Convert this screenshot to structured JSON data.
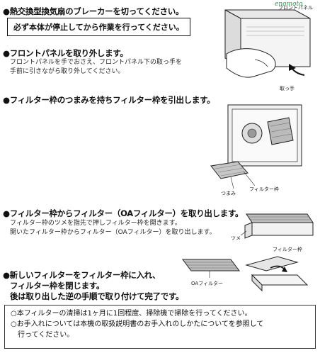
{
  "watermark": "enomoto",
  "steps": [
    {
      "heading": "●熱交換型換気扇のブレーカーを切ってください。",
      "warning": "必ず本体が停止してから作業を行ってください。"
    },
    {
      "heading": "●フロントパネルを取り外します。",
      "body": [
        "フロントパネルを手でおさえ、フロントパネル下の取っ手を",
        "手前に引きながら取り外してください。"
      ],
      "labels": {
        "panel": "フロントパネル",
        "handle": "取っ手"
      }
    },
    {
      "heading": "●フィルター枠のつまみを持ちフィルター枠を引出します。",
      "labels": {
        "frame": "フィルター枠",
        "knob": "つまみ"
      }
    },
    {
      "heading": "●フィルター枠からフィルター（OAフィルター）を取り出します。",
      "body": [
        "フィルター枠のツメを指先で押しフィルター枠を開きます。",
        "開いたフィルター枠からフィルター（OAフィルター）を取り出します。"
      ],
      "labels": {
        "claw": "ツメ",
        "frame": "フィルター枠"
      }
    },
    {
      "heading_lines": [
        "●新しいフィルターをフィルター枠に入れ、",
        "フィルター枠を閉じます。",
        "後は取り出した逆の手順で取り付けて完了です。"
      ],
      "labels": {
        "oa_filter": "OAフィルター"
      }
    }
  ],
  "notes": [
    "○本フィルターの清掃は1ヶ月に1回程度、掃除機で掃除を行ってください。",
    "○お手入れについては本機の取扱説明書のお手入れのしかたについてを参照して",
    "　行ってください。"
  ]
}
